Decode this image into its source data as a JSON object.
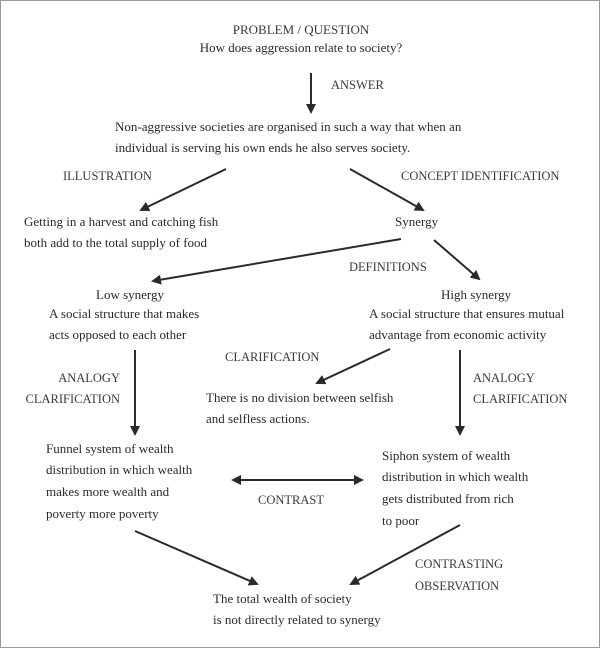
{
  "diagram": {
    "nodes": {
      "problem_heading": "PROBLEM / QUESTION",
      "problem_text": "How does aggression relate to society?",
      "answer_lines": [
        "Non-aggressive societies are organised in such a way that when an",
        "individual is serving his own ends he also serves society."
      ],
      "illustration_lines": [
        "Getting in a harvest and catching fish",
        "both add to the total supply of food"
      ],
      "synergy": "Synergy",
      "low_synergy_title": "Low synergy",
      "low_synergy_lines": [
        "A social structure that makes",
        "acts opposed to each other"
      ],
      "high_synergy_title": "High synergy",
      "high_synergy_lines": [
        "A social structure that ensures mutual",
        "advantage from economic activity"
      ],
      "no_division_lines": [
        "There is no division between selfish",
        "and selfless actions."
      ],
      "funnel_lines": [
        "Funnel system of wealth",
        "distribution in which wealth",
        "makes more wealth and",
        "poverty more poverty"
      ],
      "siphon_lines": [
        "Siphon system of wealth",
        "distribution in which wealth",
        "gets distributed from rich",
        "to poor"
      ],
      "conclusion_lines": [
        "The total wealth of society",
        "is not directly related to synergy"
      ]
    },
    "edge_labels": {
      "answer": "ANSWER",
      "illustration": "ILLUSTRATION",
      "concept_identification": "CONCEPT IDENTIFICATION",
      "definitions": "DEFINITIONS",
      "clarification": "CLARIFICATION",
      "analogy_left": [
        "ANALOGY",
        "CLARIFICATION"
      ],
      "analogy_right": [
        "ANALOGY",
        "CLARIFICATION"
      ],
      "contrast": "CONTRAST",
      "contrasting_observation": [
        "CONTRASTING",
        "OBSERVATION"
      ]
    },
    "edges": [
      {
        "from": "problem",
        "to": "answer",
        "label": "ANSWER"
      },
      {
        "from": "answer",
        "to": "illustration",
        "label": "ILLUSTRATION"
      },
      {
        "from": "answer",
        "to": "synergy",
        "label": "CONCEPT IDENTIFICATION"
      },
      {
        "from": "synergy",
        "to": "low_synergy",
        "label": "DEFINITIONS"
      },
      {
        "from": "synergy",
        "to": "high_synergy",
        "label": "DEFINITIONS"
      },
      {
        "from": "high_synergy",
        "to": "no_division",
        "label": "CLARIFICATION"
      },
      {
        "from": "low_synergy",
        "to": "funnel",
        "label": "ANALOGY CLARIFICATION"
      },
      {
        "from": "high_synergy",
        "to": "siphon",
        "label": "ANALOGY CLARIFICATION"
      },
      {
        "from": "funnel",
        "to": "siphon",
        "label": "CONTRAST",
        "bidirectional": true
      },
      {
        "from": "funnel",
        "to": "conclusion",
        "label": "CONTRASTING OBSERVATION"
      },
      {
        "from": "siphon",
        "to": "conclusion",
        "label": "CONTRASTING OBSERVATION"
      }
    ]
  }
}
